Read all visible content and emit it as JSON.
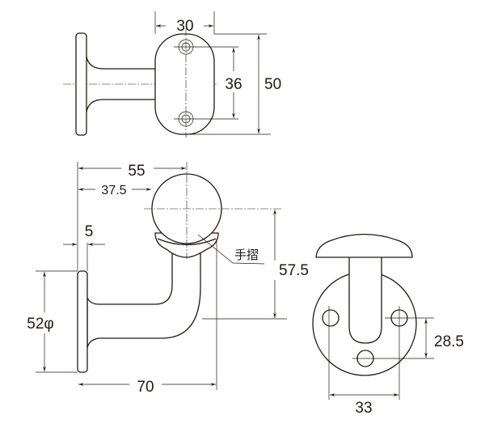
{
  "drawing": {
    "top_view": {
      "width_dim": "30",
      "hole_pitch_dim": "36",
      "height_dim": "50"
    },
    "side_view": {
      "ball_offset_dim": "55",
      "ball_edge_dim": "37.5",
      "flange_thickness_dim": "5",
      "flange_diameter_dim": "52φ",
      "depth_dim": "70",
      "height_dim": "57.5",
      "handrail_label": "手摺"
    },
    "front_view": {
      "hole_vertical_dim": "28.5",
      "hole_horizontal_dim": "33"
    },
    "colors": {
      "line": "#231815",
      "background": "#ffffff"
    }
  }
}
